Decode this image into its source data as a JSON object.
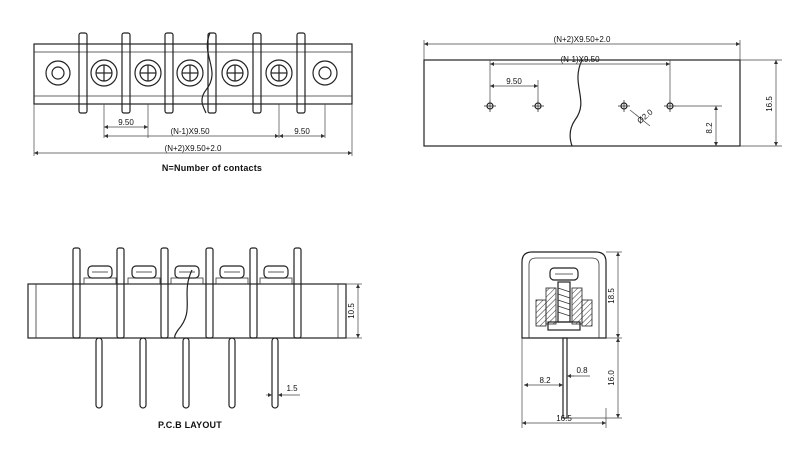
{
  "top_view": {
    "dim_pitch": "9.50",
    "dim_span": "(N-1)X9.50",
    "dim_pitch_right": "9.50",
    "dim_total": "(N+2)X9.50+2.0",
    "note": "N=Number of contacts"
  },
  "rear_view": {
    "dim_total": "(N+2)X9.50+2.0",
    "dim_span": "(N-1)X9.50",
    "dim_pitch": "9.50",
    "dim_hole": "Ø2.0",
    "dim_hole_height": "8.2",
    "dim_height": "16.5"
  },
  "front_view": {
    "dim_body_height": "10.5",
    "dim_pin": "1.5",
    "caption": "P.C.B LAYOUT"
  },
  "side_view": {
    "dim_top": "18.5",
    "dim_bottom": "16.0",
    "dim_pin_offset": "8.2",
    "dim_pin_width": "0.8",
    "dim_width": "16.5"
  }
}
